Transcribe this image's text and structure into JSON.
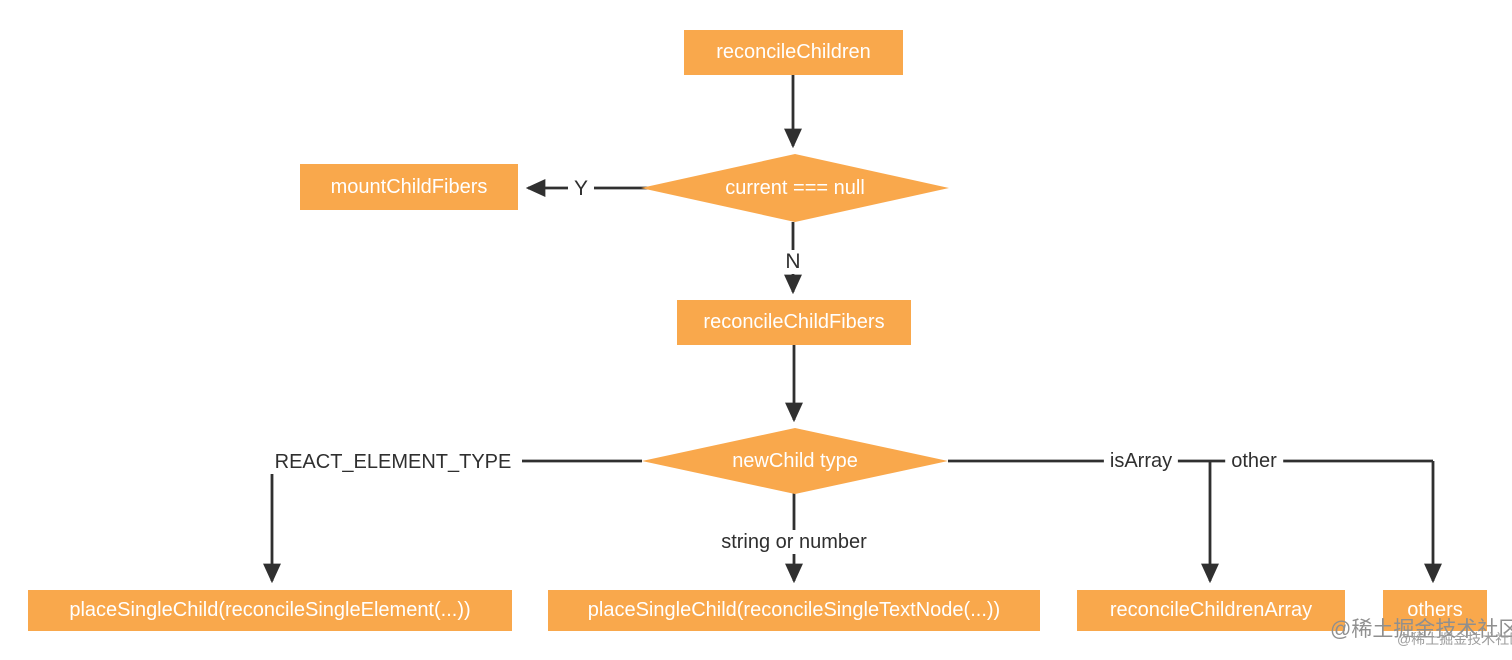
{
  "diagram": {
    "title_hint": "reconcileChildren flow",
    "nodes": {
      "reconcileChildren": "reconcileChildren",
      "mountChildFibers": "mountChildFibers",
      "reconcileChildFibers": "reconcileChildFibers",
      "placeSingleElement": "placeSingleChild(reconcileSingleElement(...))",
      "placeSingleTextNode": "placeSingleChild(reconcileSingleTextNode(...))",
      "reconcileChildrenArray": "reconcileChildrenArray",
      "others": "others"
    },
    "decisions": {
      "currentNull": "current === null",
      "newChildType": "newChild type"
    },
    "edge_labels": {
      "yes": "Y",
      "no": "N",
      "react_element_type": "REACT_ELEMENT_TYPE",
      "string_or_number": "string or number",
      "is_array": "isArray",
      "other": "other"
    },
    "colors": {
      "node_fill": "#F9A84C",
      "node_text": "#FFFFFF",
      "edge_line": "#303030",
      "edge_label_text": "#2F2F2F",
      "watermark": "#8F8F8F",
      "background": "#FFFFFF"
    },
    "watermark": {
      "big": "@稀土掘金技术社区",
      "small": "@稀土掘金技术社区"
    }
  }
}
